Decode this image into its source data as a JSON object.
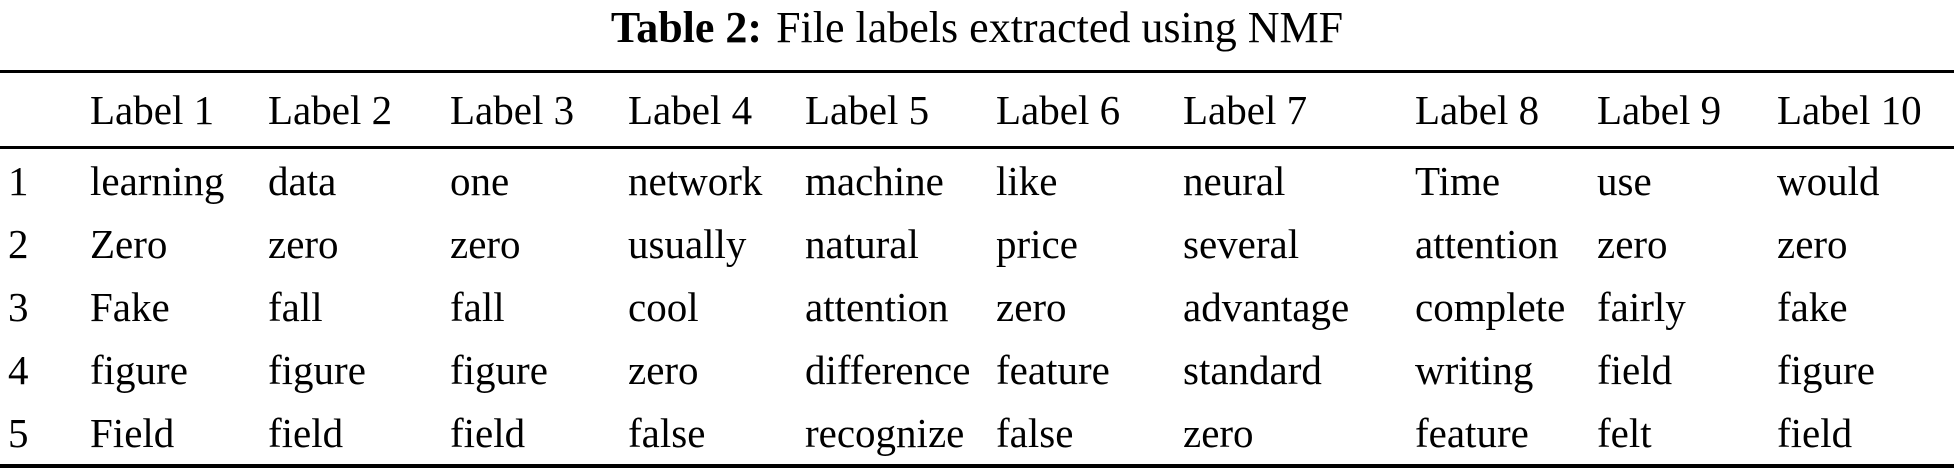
{
  "title": {
    "label": "Table 2:",
    "caption": "File labels extracted using NMF"
  },
  "table": {
    "columns": [
      "",
      "Label 1",
      "Label 2",
      "Label 3",
      "Label 4",
      "Label 5",
      "Label 6",
      "Label 7",
      "Label 8",
      "Label 9",
      "Label 10"
    ],
    "rows": [
      {
        "num": "1",
        "cells": [
          "learning",
          "data",
          "one",
          "network",
          "machine",
          "like",
          "neural",
          "Time",
          "use",
          "would"
        ]
      },
      {
        "num": "2",
        "cells": [
          "Zero",
          "zero",
          "zero",
          "usually",
          "natural",
          "price",
          "several",
          "attention",
          "zero",
          "zero"
        ]
      },
      {
        "num": "3",
        "cells": [
          "Fake",
          "fall",
          "fall",
          "cool",
          "attention",
          "zero",
          "advantage",
          "complete",
          "fairly",
          "fake"
        ]
      },
      {
        "num": "4",
        "cells": [
          "figure",
          "figure",
          "figure",
          "zero",
          "difference",
          "feature",
          "standard",
          "writing",
          "field",
          "figure"
        ]
      },
      {
        "num": "5",
        "cells": [
          "Field",
          "field",
          "field",
          "false",
          "recognize",
          "false",
          "zero",
          "feature",
          "felt",
          "field"
        ]
      }
    ]
  },
  "colors": {
    "text": "#000000",
    "background": "#ffffff",
    "rule": "#000000"
  }
}
